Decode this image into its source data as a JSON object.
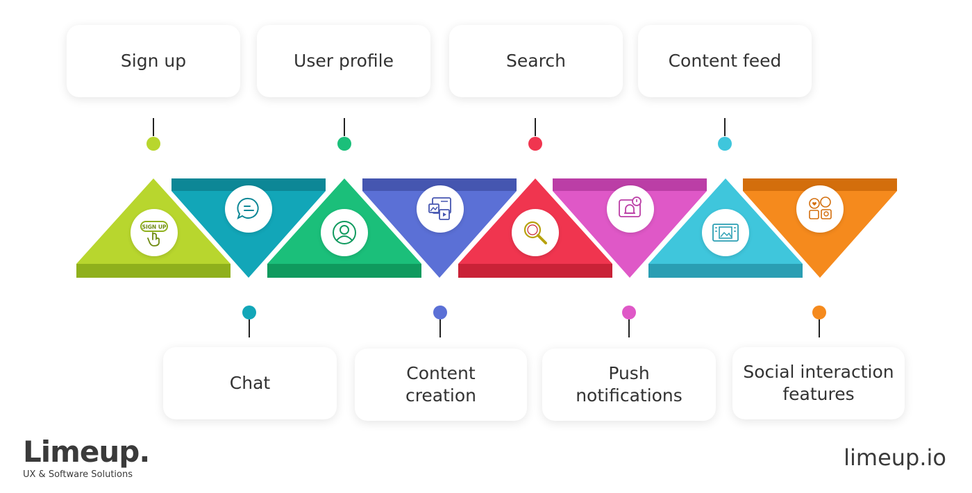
{
  "features_top": [
    {
      "label": "Sign up",
      "color": "#b8d62e"
    },
    {
      "label": "User profile",
      "color": "#1bbf7a"
    },
    {
      "label": "Search",
      "color": "#f0354f"
    },
    {
      "label": "Content feed",
      "color": "#3fc6dc"
    }
  ],
  "features_bottom": [
    {
      "label": "Chat",
      "color": "#12a6b8"
    },
    {
      "label": "Content creation",
      "color": "#5b70d6"
    },
    {
      "label": "Push notifications",
      "color": "#df58c7"
    },
    {
      "label": "Social interaction features",
      "color": "#f58a1d"
    }
  ],
  "icons": {
    "signup_badge": "SIGN UP",
    "names": [
      "sign-up-icon",
      "chat-icon",
      "user-profile-icon",
      "content-creation-icon",
      "search-icon",
      "push-notification-icon",
      "content-feed-icon",
      "social-interaction-icon"
    ]
  },
  "brand": {
    "name": "Limeup.",
    "tagline": "UX & Software Solutions",
    "site": "limeup.io"
  }
}
